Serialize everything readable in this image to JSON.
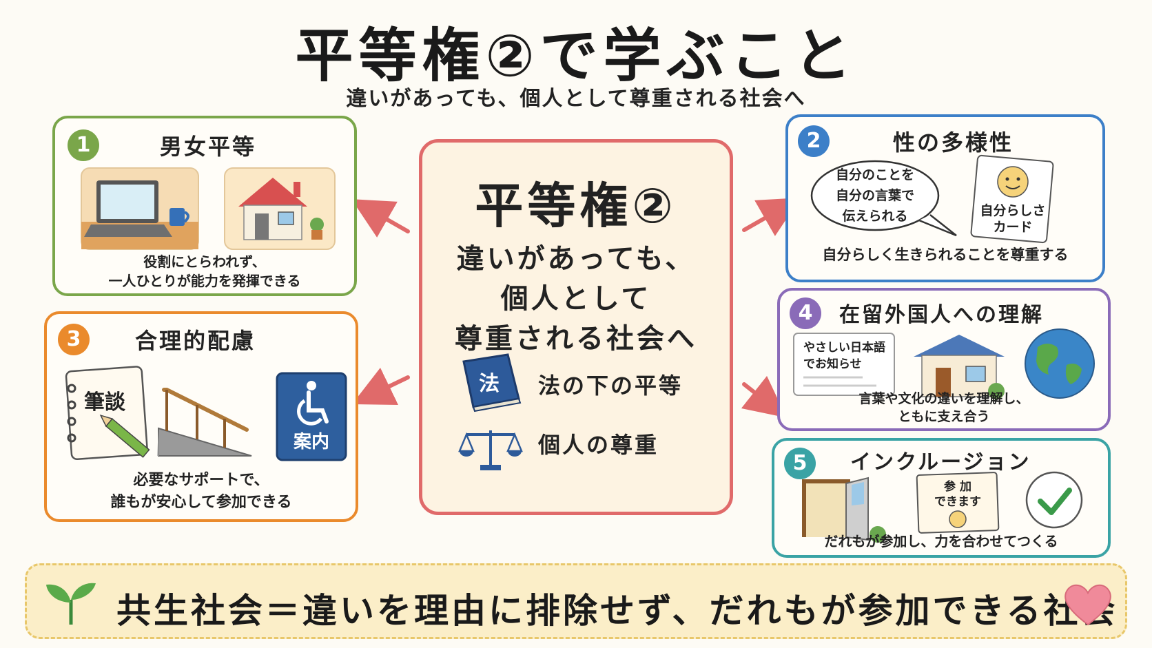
{
  "title": "平等権②で学ぶこと",
  "subtitle": "違いがあっても、個人として尊重される社会へ",
  "center": {
    "title": "平等権②",
    "lines": [
      "違いがあっても、",
      "個人として",
      "尊重される社会へ"
    ],
    "items": [
      {
        "label": "法の下の平等",
        "icon": "law-book-icon",
        "badge": "法"
      },
      {
        "label": "個人の尊重",
        "icon": "scales-icon"
      }
    ],
    "color": "#e06a6a"
  },
  "cards": [
    {
      "num": "1",
      "title": "男女平等",
      "desc": [
        "役割にとらわれず、",
        "一人ひとりが能力を発揮できる"
      ],
      "color": "#7aa64a"
    },
    {
      "num": "2",
      "title": "性の多様性",
      "desc": [
        "自分らしく生きられることを尊重する"
      ],
      "bubble": [
        "自分のことを",
        "自分の言葉で",
        "伝えられる"
      ],
      "card_label": [
        "自分らしさ",
        "カード"
      ],
      "color": "#3c7fc8"
    },
    {
      "num": "3",
      "title": "合理的配慮",
      "desc": [
        "必要なサポートで、",
        "誰もが安心して参加できる"
      ],
      "notebook": "筆談",
      "sign": "案内",
      "color": "#ea8a2c"
    },
    {
      "num": "4",
      "title": "在留外国人への理解",
      "desc": [
        "言葉や文化の違いを理解し、",
        "ともに支え合う"
      ],
      "notice": [
        "やさしい日本語",
        "でお知らせ"
      ],
      "color": "#8a6bb8"
    },
    {
      "num": "5",
      "title": "インクルージョン",
      "desc": [
        "だれもが参加し、力を合わせてつくる"
      ],
      "sign": [
        "参 加",
        "できます"
      ],
      "color": "#3aa3a5"
    }
  ],
  "bottom": {
    "text": "共生社会＝違いを理由に排除せず、だれもが参加できる社会",
    "color": "#e8c76a"
  }
}
